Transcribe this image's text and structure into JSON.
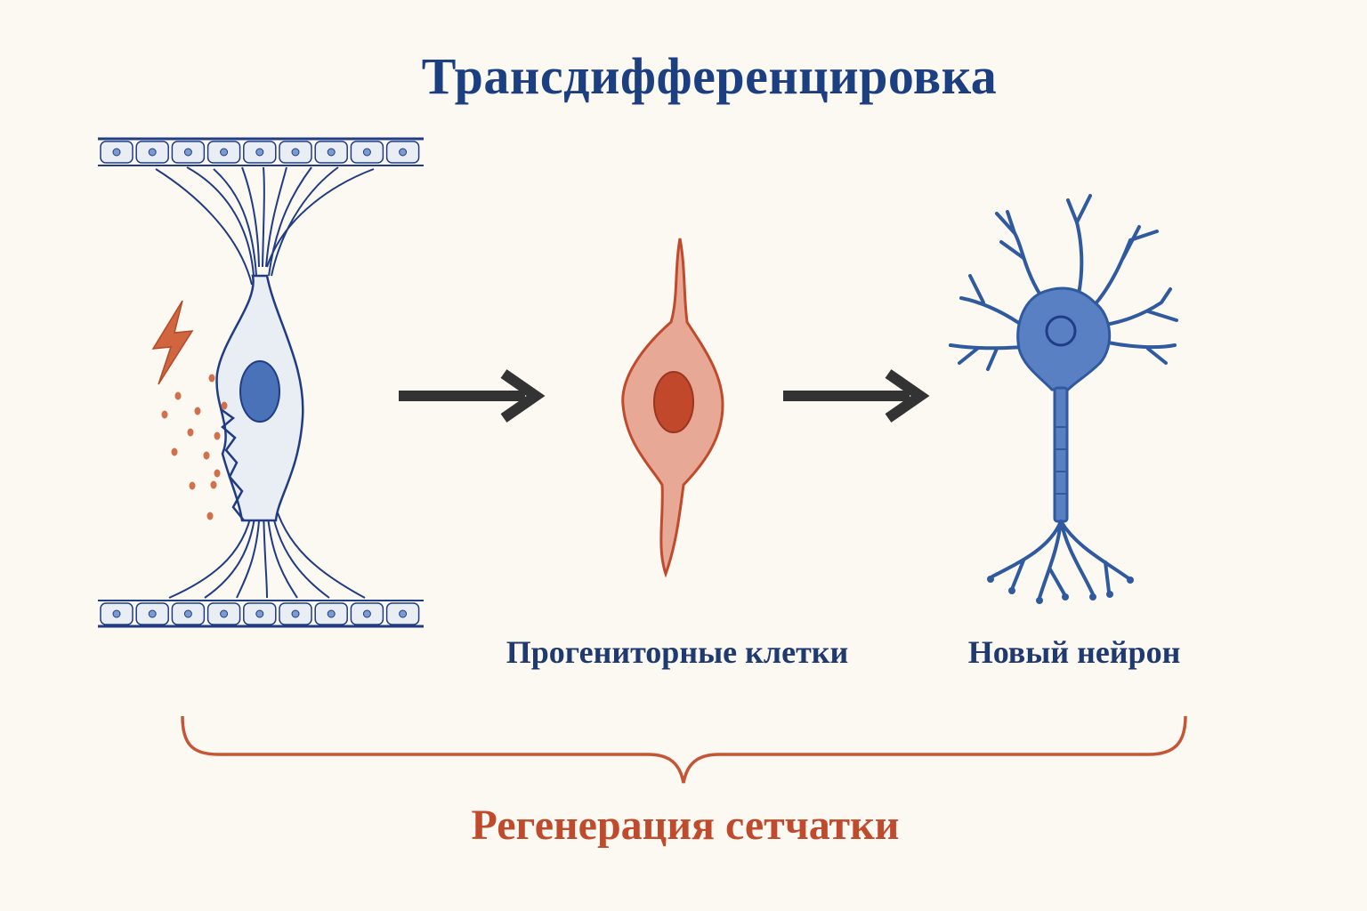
{
  "diagram": {
    "title": "Трансдифференцировка",
    "stages": [
      {
        "id": "muller-glia",
        "label": ""
      },
      {
        "id": "progenitor",
        "label": "Прогениторные клетки"
      },
      {
        "id": "neuron",
        "label": "Новый нейрон"
      }
    ],
    "bracket_label": "Регенерация сетчатки",
    "colors": {
      "background": "#fcf8f2",
      "title": "#1b3f80",
      "label": "#1f3a70",
      "glia_outline": "#1f3c84",
      "glia_fill": "#e9edf4",
      "glia_nucleus": "#4a72b8",
      "progenitor_outline": "#c04a2c",
      "progenitor_fill": "#e8a896",
      "progenitor_nucleus": "#c2482b",
      "neuron_stroke": "#2f5aa0",
      "neuron_fill": "#5a80c4",
      "arrow": "#333333",
      "bracket": "#c55535",
      "damage": "#c8582f"
    },
    "icons": [
      "lightning-bolt-icon",
      "arrow-right-icon"
    ]
  }
}
